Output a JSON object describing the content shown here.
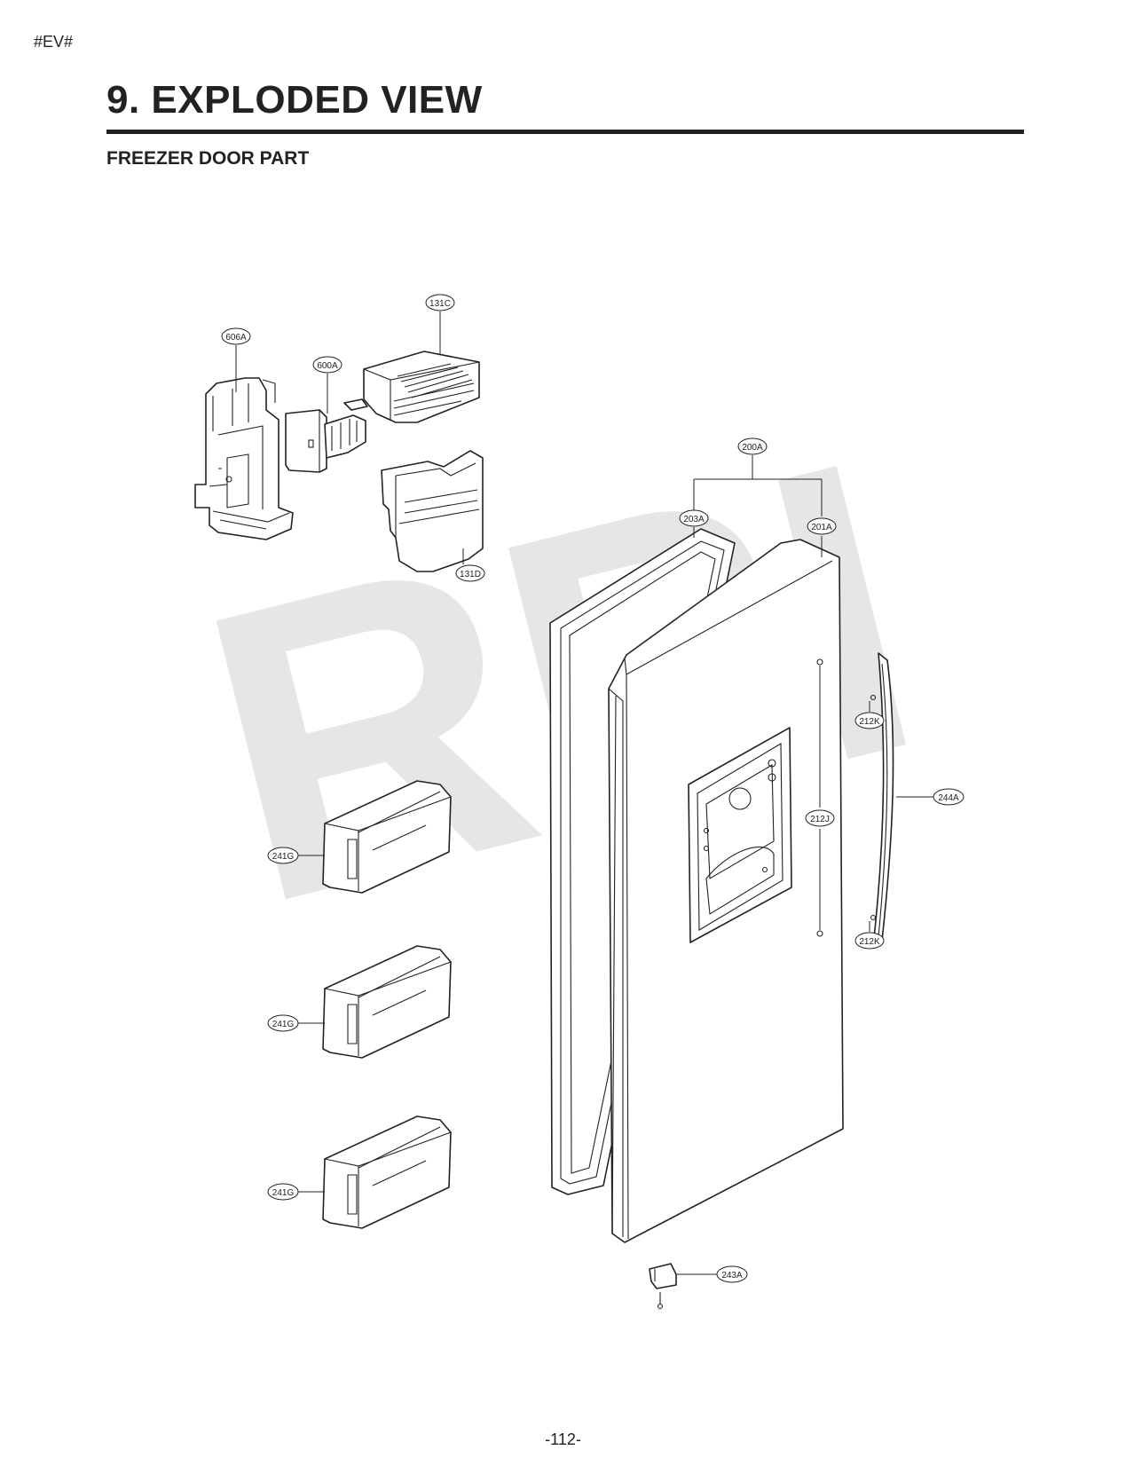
{
  "header": {
    "tag": "#EV#",
    "title": "9. EXPLODED VIEW",
    "subtitle": "FREEZER DOOR PART"
  },
  "watermark": {
    "text": "RPI",
    "color": "#e6e6e6"
  },
  "parts": {
    "p606A": "606A",
    "p600A": "600A",
    "p131C": "131C",
    "p131D": "131D",
    "p200A": "200A",
    "p203A": "203A",
    "p201A": "201A",
    "p212K_top": "212K",
    "p212K_bottom": "212K",
    "p212J": "212J",
    "p244A": "244A",
    "p241G_1": "241G",
    "p241G_2": "241G",
    "p241G_3": "241G",
    "p243A": "243A"
  },
  "footer": {
    "page_number": "-112-"
  }
}
